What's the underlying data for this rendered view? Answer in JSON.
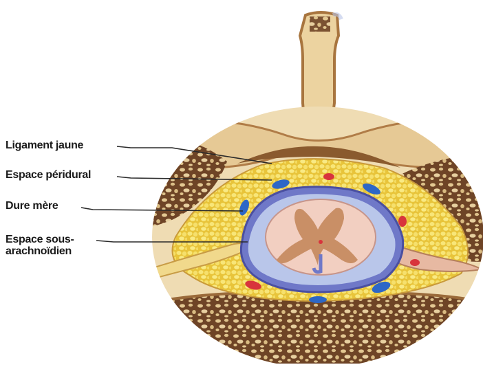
{
  "labels": {
    "ligament_jaune": "Ligament jaune",
    "espace_peridural": "Espace péridural",
    "dure_mere": "Dure mère",
    "espace_sous_line1": "Espace sous-",
    "espace_sous_line2": "arachnoïdien"
  },
  "colors": {
    "bone": "#e8cf9c",
    "bone_dark": "#9a6a3a",
    "fat": "#f4de5a",
    "dura": "#6f78c8",
    "csf": "#b9c6ea",
    "cord": "#f2cfc1",
    "grey_matter": "#c98f66",
    "artery": "#d8343c",
    "vein": "#2d67c6"
  }
}
